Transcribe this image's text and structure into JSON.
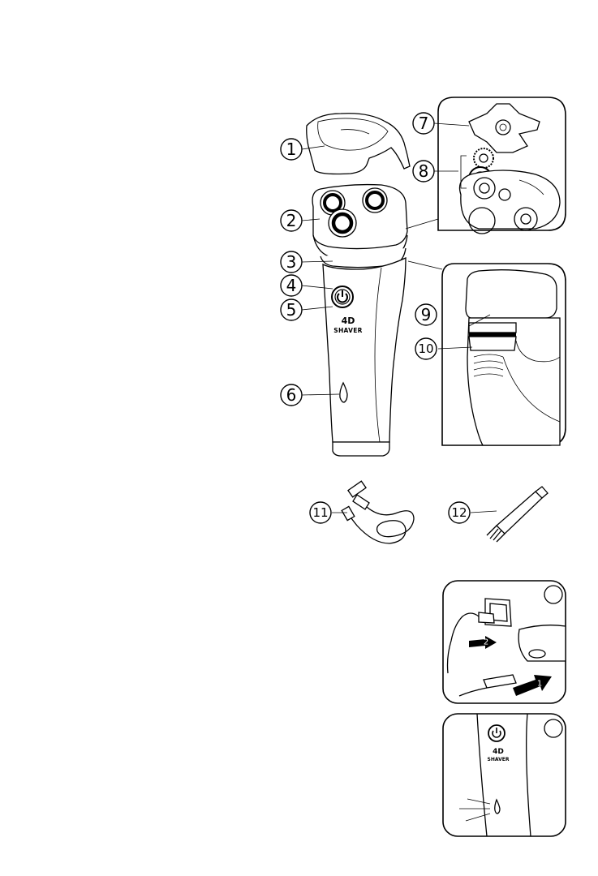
{
  "callouts": {
    "c1": "1",
    "c2": "2",
    "c3": "3",
    "c4": "4",
    "c5": "5",
    "c6": "6",
    "c7": "7",
    "c8": "8",
    "c9": "9",
    "c10": "10",
    "c11": "11",
    "c12": "12"
  },
  "logo": {
    "line1": "4D",
    "line2": "SHAVER"
  },
  "steps": {
    "plug_in": "1",
    "plug_wall": "2"
  }
}
